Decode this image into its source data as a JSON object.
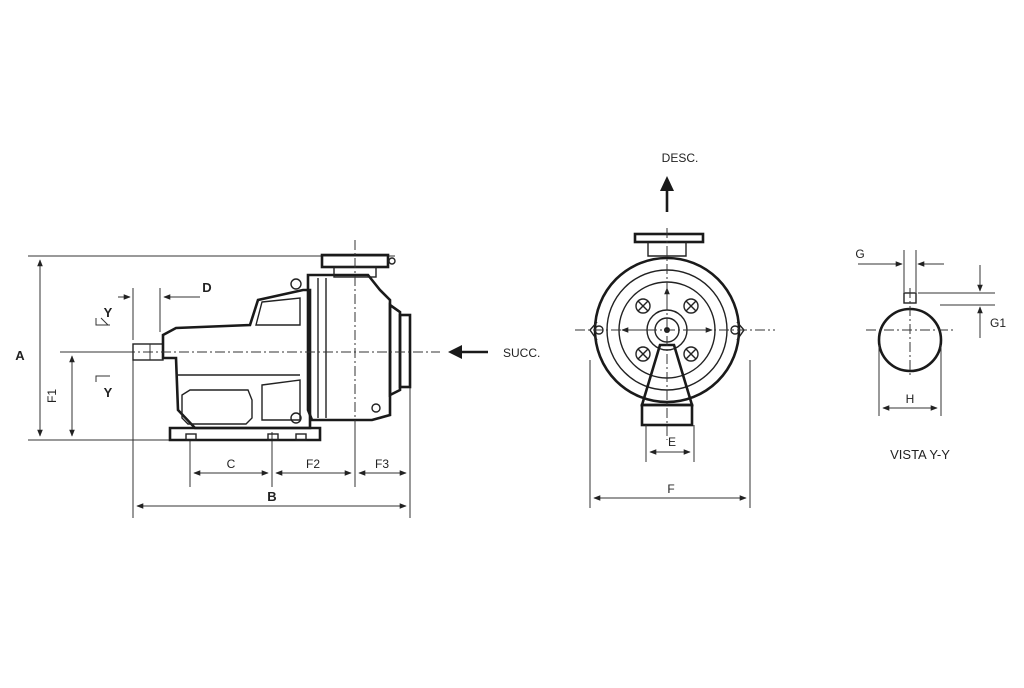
{
  "side_view": {
    "dim_A": "A",
    "dim_F1": "F1",
    "dim_D": "D",
    "section_mark_top": "Y",
    "section_mark_bottom": "Y",
    "dim_C": "C",
    "dim_F2": "F2",
    "dim_F3": "F3",
    "dim_B": "B",
    "suction_label": "SUCC."
  },
  "front_view": {
    "discharge_label": "DESC.",
    "dim_E": "E",
    "dim_F": "F"
  },
  "section_view": {
    "dim_G": "G",
    "dim_G1": "G1",
    "dim_H": "H",
    "title": "VISTA Y-Y"
  }
}
